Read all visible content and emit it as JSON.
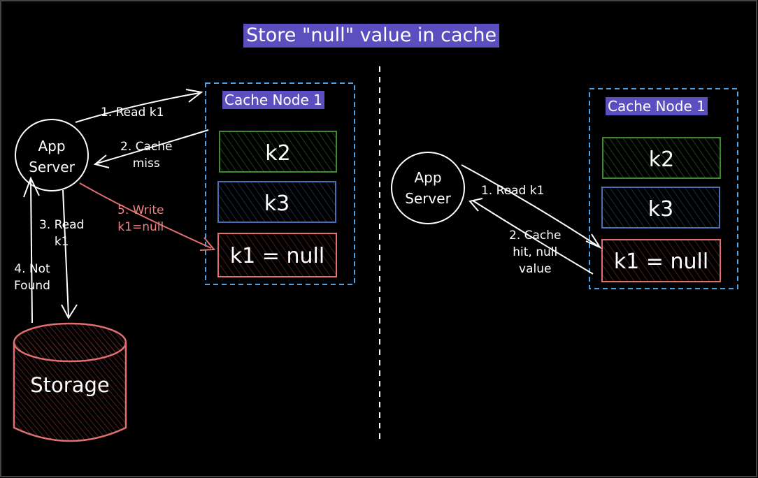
{
  "title": "Store \"null\" value in cache",
  "left": {
    "app_server": [
      "App",
      "Server"
    ],
    "cache_title": "Cache Node 1",
    "boxes": [
      "k2",
      "k3",
      "k1 = null"
    ],
    "storage": "Storage",
    "labels": {
      "read_k1": "1. Read k1",
      "cache_miss": [
        "2. Cache",
        "miss"
      ],
      "read_storage": [
        "3. Read",
        "k1"
      ],
      "not_found": [
        "4. Not",
        "Found"
      ],
      "write": [
        "5. Write",
        "k1=null"
      ]
    }
  },
  "right": {
    "app_server": [
      "App",
      "Server"
    ],
    "cache_title": "Cache Node 1",
    "boxes": [
      "k2",
      "k3",
      "k1 = null"
    ],
    "labels": {
      "read_k1": "1. Read k1",
      "cache_hit": [
        "2. Cache",
        "hit, null",
        "value"
      ]
    }
  },
  "colors": {
    "green": "#3f8a2e",
    "blue": "#4a6fb5",
    "red": "#e07070",
    "dashed": "#4da3e8",
    "title_bg": "#5b4fbf"
  }
}
